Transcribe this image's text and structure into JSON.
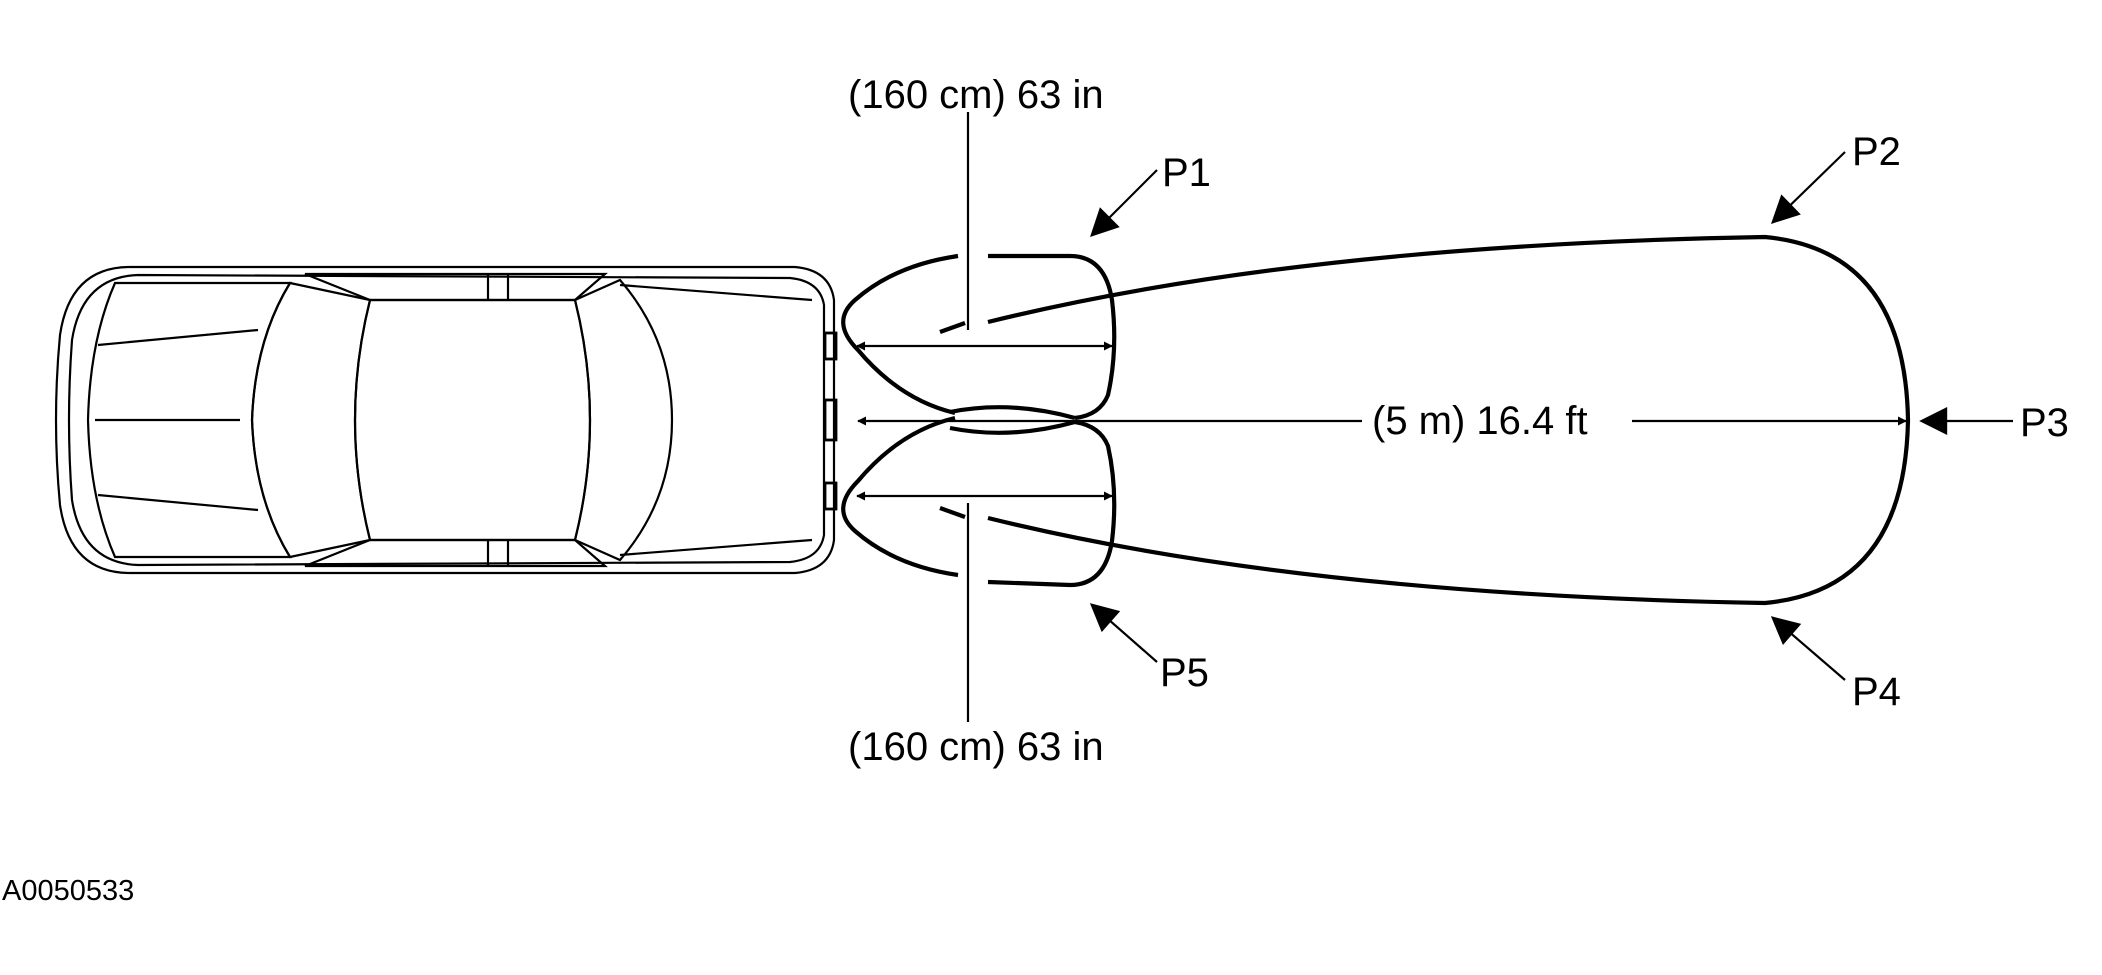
{
  "labels": {
    "width_top": "(160 cm) 63 in",
    "width_bottom": "(160 cm) 63 in",
    "length": "(5 m) 16.4 ft",
    "p1": "P1",
    "p2": "P2",
    "p3": "P3",
    "p4": "P4",
    "p5": "P5",
    "figure_id": "A0050533"
  }
}
